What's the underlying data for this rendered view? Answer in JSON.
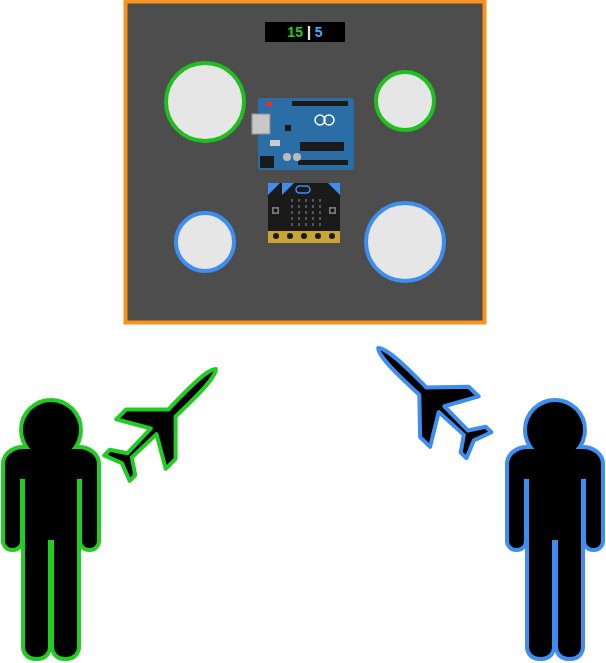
{
  "diagram": {
    "labels": [
      "15",
      "|",
      "5"
    ]
  }
}
